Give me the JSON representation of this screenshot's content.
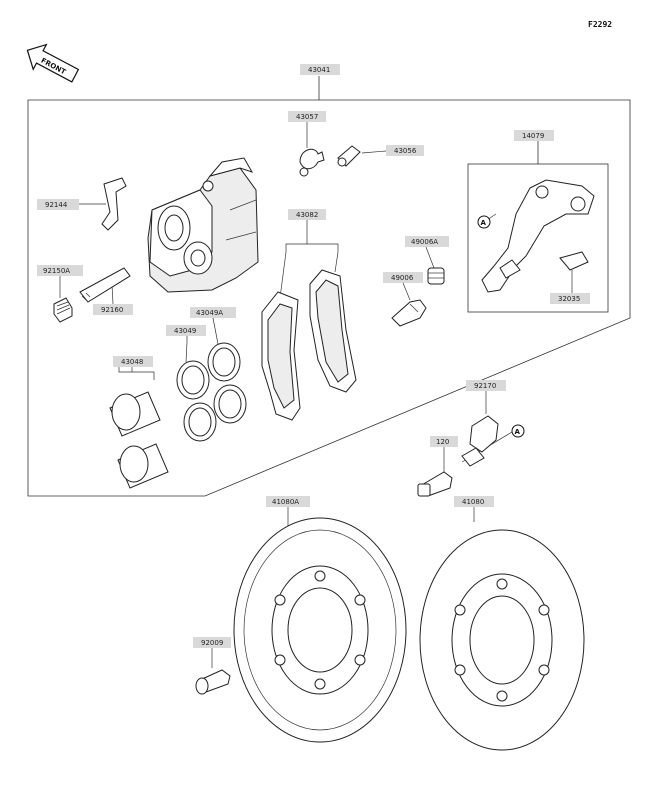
{
  "figure_code": "F2292",
  "front_label": "FRONT",
  "ref_marker": "A",
  "parts": {
    "p43041": "43041",
    "p43057": "43057",
    "p43056": "43056",
    "p14079": "14079",
    "p92144": "92144",
    "p43082": "43082",
    "p49006A": "49006A",
    "p92150A": "92150A",
    "p49006": "49006",
    "p92160": "92160",
    "p43049A": "43049A",
    "p43049": "43049",
    "p32035": "32035",
    "p43048": "43048",
    "p92170": "92170",
    "p120": "120",
    "p41080A": "41080A",
    "p41080": "41080",
    "p92009": "92009"
  }
}
